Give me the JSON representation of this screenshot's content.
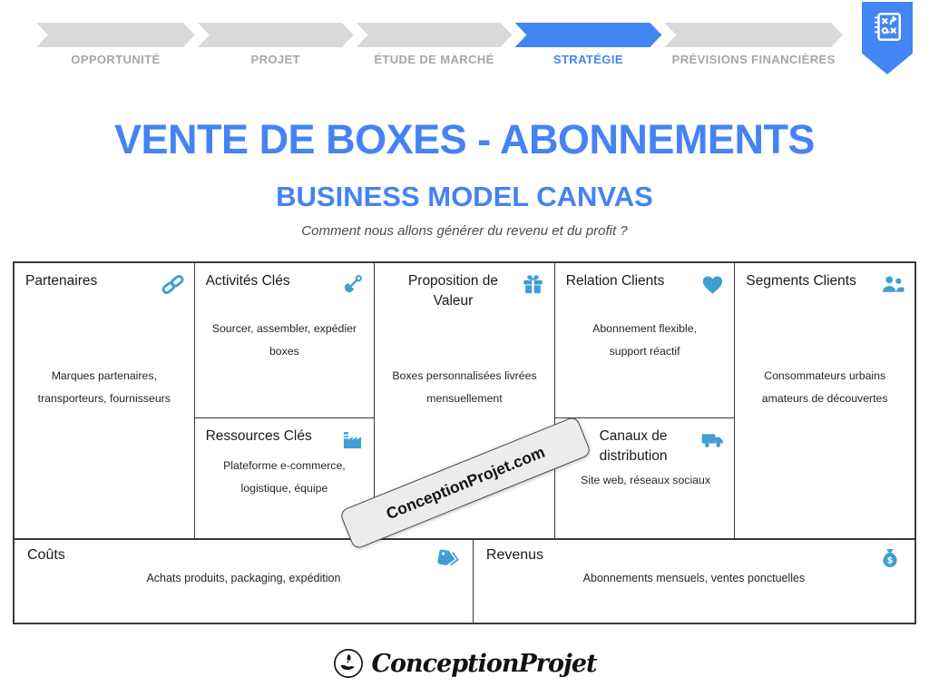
{
  "nav": {
    "steps": [
      {
        "label": "OPPORTUNITÉ",
        "active": false
      },
      {
        "label": "PROJET",
        "active": false
      },
      {
        "label": "ÉTUDE DE MARCHÉ",
        "active": false
      },
      {
        "label": "STRATÉGIE",
        "active": true
      },
      {
        "label": "PRÉVISIONS FINANCIÈRES",
        "active": false
      }
    ],
    "badge_icon": "strategy-board-icon"
  },
  "header": {
    "title": "VENTE DE BOXES - ABONNEMENTS",
    "subtitle": "BUSINESS MODEL CANVAS",
    "tagline": "Comment nous allons générer du revenu et du profit ?"
  },
  "canvas": {
    "partners": {
      "title": "Partenaires",
      "icon": "link-icon",
      "body": "Marques partenaires,\ntransporteurs, fournisseurs"
    },
    "key_activities": {
      "title": "Activités Clés",
      "icon": "shovel-icon",
      "body": "Sourcer, assembler, expédier\nboxes"
    },
    "key_resources": {
      "title": "Ressources Clés",
      "icon": "factory-icon",
      "body": "Plateforme e-commerce,\nlogistique, équipe"
    },
    "value_proposition": {
      "title": "Proposition de\nValeur",
      "icon": "gift-icon",
      "body": "Boxes personnalisées livrées\nmensuellement"
    },
    "customer_relations": {
      "title": "Relation Clients",
      "icon": "heart-icon",
      "body": "Abonnement flexible,\nsupport réactif"
    },
    "channels": {
      "title": "Canaux de\ndistribution",
      "icon": "truck-icon",
      "body": "Site web, réseaux sociaux"
    },
    "customer_segments": {
      "title": "Segments Clients",
      "icon": "users-icon",
      "body": "Consommateurs urbains\namateurs de découvertes"
    },
    "costs": {
      "title": "Coûts",
      "icon": "tag-icon",
      "body": "Achats produits, packaging, expédition"
    },
    "revenues": {
      "title": "Revenus",
      "icon": "money-bag-icon",
      "body": "Abonnements mensuels, ventes ponctuelles"
    }
  },
  "watermark": {
    "text": "ConceptionProjet.com"
  },
  "footer": {
    "brand": "ConceptionProjet",
    "logo_icon": "hand-rocket-icon"
  },
  "colors": {
    "accent_blue": "#4285f4",
    "title_blue": "#4583f3",
    "icon_blue": "#3f9ed6",
    "arrow_gray": "#d9d9d9",
    "label_gray": "#a6a6a6",
    "border_dark": "#3a3a3a"
  }
}
